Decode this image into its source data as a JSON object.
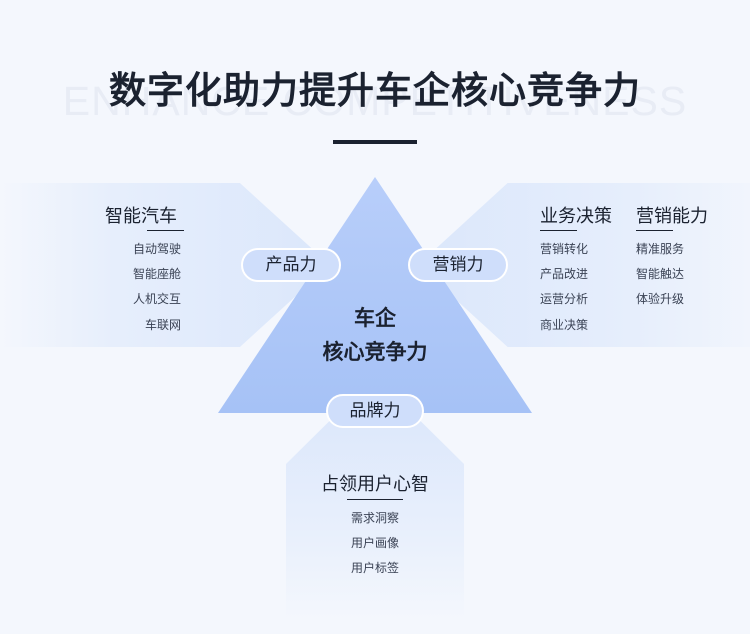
{
  "background_text": "ENHANCE COMPETITIVENESS",
  "title": "数字化助力提升车企核心竞争力",
  "core": {
    "line1": "车企",
    "line2": "核心竞争力"
  },
  "pills": {
    "product": "产品力",
    "marketing": "营销力",
    "brand": "品牌力"
  },
  "left": {
    "title": "智能汽车",
    "items": [
      "自动驾驶",
      "智能座舱",
      "人机交互",
      "车联网"
    ]
  },
  "right": {
    "columns": [
      {
        "title": "业务决策",
        "items": [
          "营销转化",
          "产品改进",
          "运营分析",
          "商业决策"
        ]
      },
      {
        "title": "营销能力",
        "items": [
          "精准服务",
          "智能触达",
          "体验升级"
        ]
      }
    ]
  },
  "bottom": {
    "title": "占领用户心智",
    "items": [
      "需求洞察",
      "用户画像",
      "用户标签"
    ]
  },
  "colors": {
    "triangle": "#a9c4f7",
    "pill": "#cfdefb",
    "panel": "#e3ecfc",
    "text": "#1b2230"
  }
}
